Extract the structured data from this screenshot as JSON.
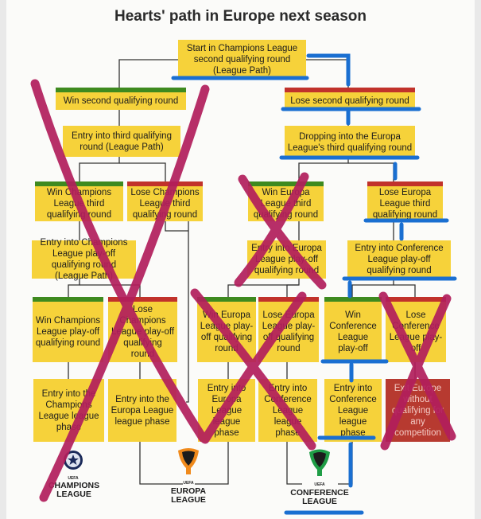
{
  "title": "Hearts' path in Europe next season",
  "boxes": {
    "start": "Start in Champions League second qualifying round (League Path)",
    "win_q2": "Win second qualifying round",
    "lose_q2": "Lose second qualifying round",
    "entry_q3_cl": "Entry into third qualifying round (League Path)",
    "drop_el_q3": "Dropping into the Europa League's third qualifying round",
    "win_cl_q3": "Win Champions League third qualifying round",
    "lose_cl_q3": "Lose Champions League third qualifying round",
    "win_el_q3": "Win Europa League third qualifying round",
    "lose_el_q3": "Lose Europa League third qualifying round",
    "entry_cl_po": "Entry into Champions League play-off qualifying round (League Path)",
    "entry_el_po": "Entry into Europa League play-off qualifying round",
    "entry_ecl_po": "Entry into Conference League play-off qualifying round",
    "win_cl_po": "Win Champions League play-off qualifying round",
    "lose_cl_po": "Lose Champions League play-off qualifying round",
    "win_el_po": "Win Europa League play-off qualifying round",
    "lose_el_po": "Lose Europa League play-off qualifying round",
    "win_ecl_po": "Win Conference League play-off",
    "lose_ecl_po": "Lose Conference League play-off",
    "cl_league": "Entry into the Champions League league phase",
    "el_league_a": "Entry into the Europa League league phase",
    "el_league_b": "Entry into Europa League league phase",
    "ecl_league_a": "Entry into Conference League league phase",
    "ecl_league_b": "Entry into Conference League league phase",
    "out": "Exit Europe without qualifying for any competition"
  },
  "logos": {
    "cl": {
      "uefa": "UEFA",
      "name_line1": "CHAMPIONS",
      "name_line2": "LEAGUE"
    },
    "el": {
      "uefa": "UEFA",
      "name_line1": "EUROPA",
      "name_line2": "LEAGUE"
    },
    "ecl": {
      "uefa": "UEFA",
      "name_line1": "CONFERENCE",
      "name_line2": "LEAGUE"
    }
  },
  "colors": {
    "box": "#f6d23a",
    "win_bar": "#3e8a1f",
    "lose_bar": "#c1322b",
    "cross": "#b21e5c",
    "path": "#1a6fd1"
  }
}
